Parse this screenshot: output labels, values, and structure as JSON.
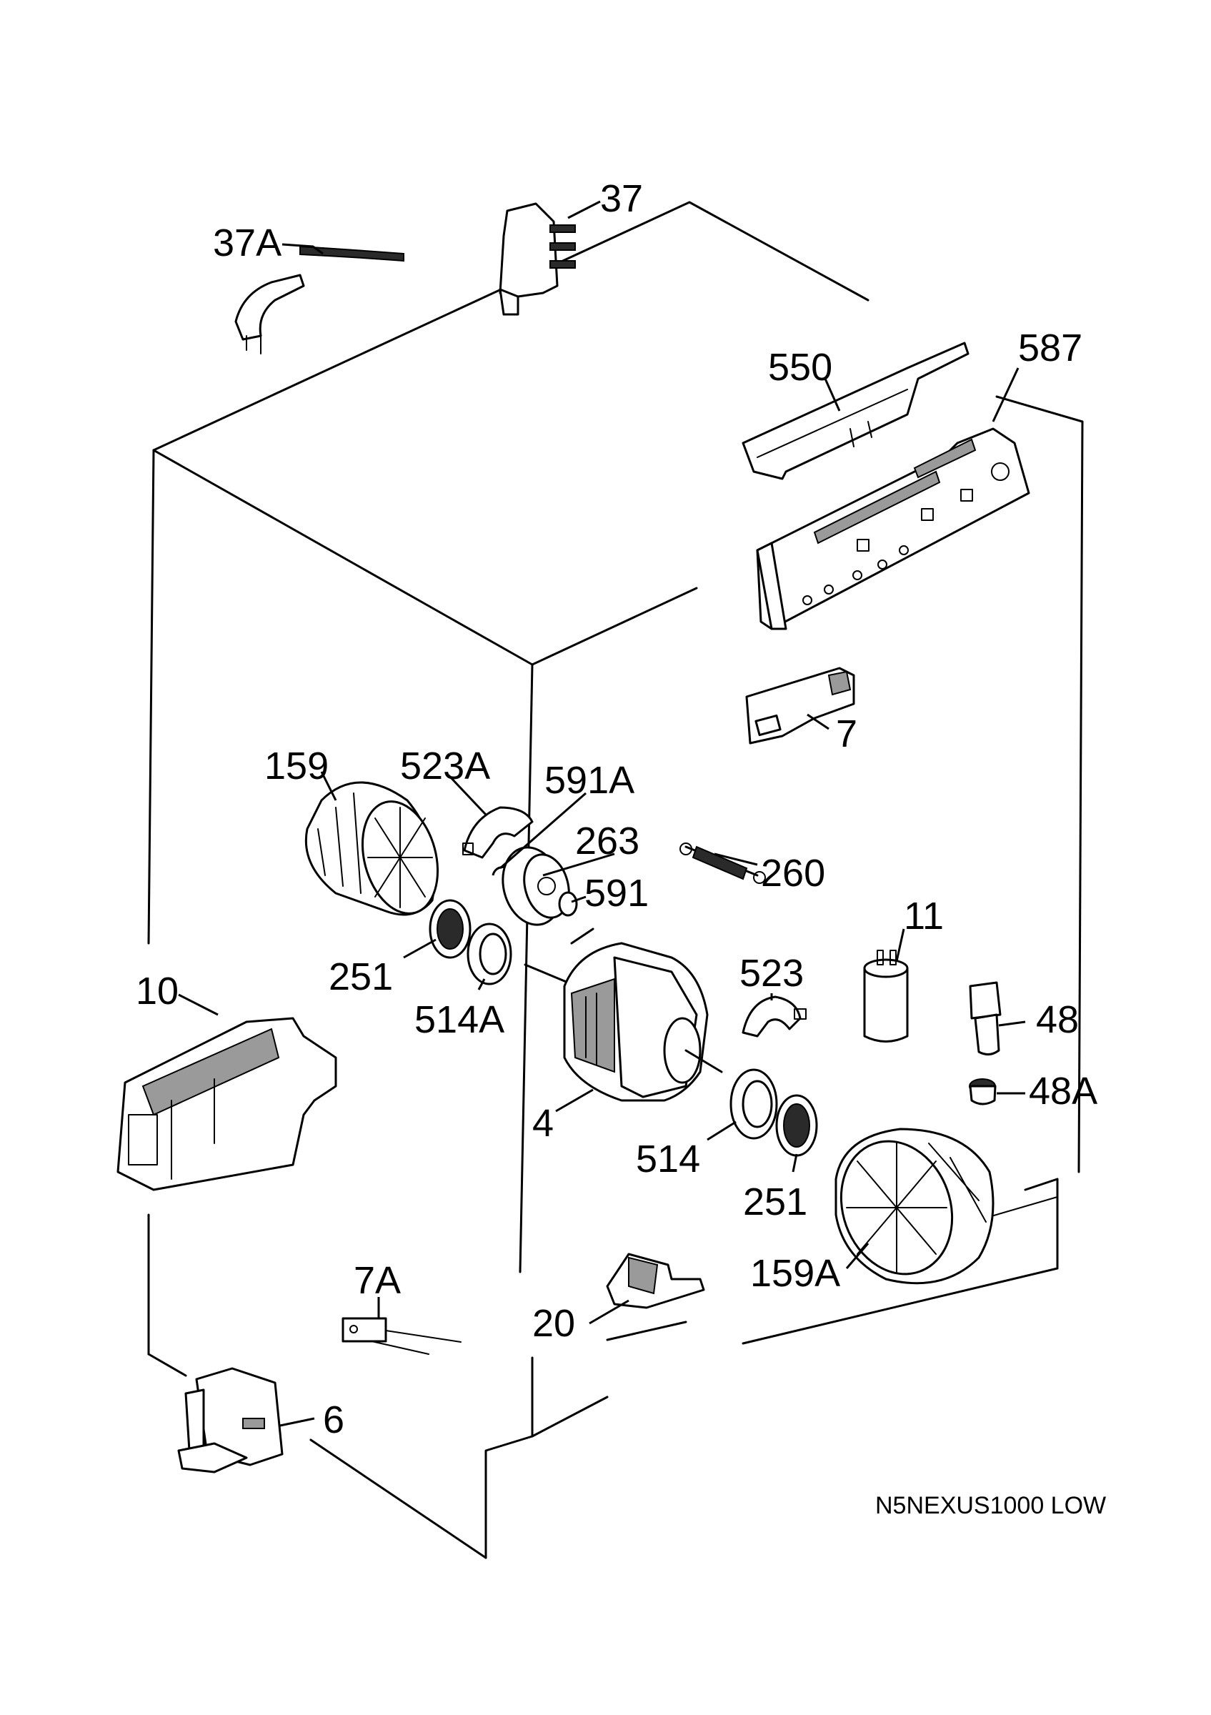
{
  "labels": {
    "p37A": "37A",
    "p37": "37",
    "p550": "550",
    "p587": "587",
    "p7": "7",
    "p159": "159",
    "p523A": "523A",
    "p591A": "591A",
    "p263": "263",
    "p260": "260",
    "p591": "591",
    "p11": "11",
    "p251a": "251",
    "p514A": "514A",
    "p10": "10",
    "p523": "523",
    "p48": "48",
    "p48A": "48A",
    "p4": "4",
    "p514": "514",
    "p251b": "251",
    "p159A": "159A",
    "p7A": "7A",
    "p20": "20",
    "p6": "6"
  },
  "drawing_code": "N5NEXUS1000 LOW"
}
